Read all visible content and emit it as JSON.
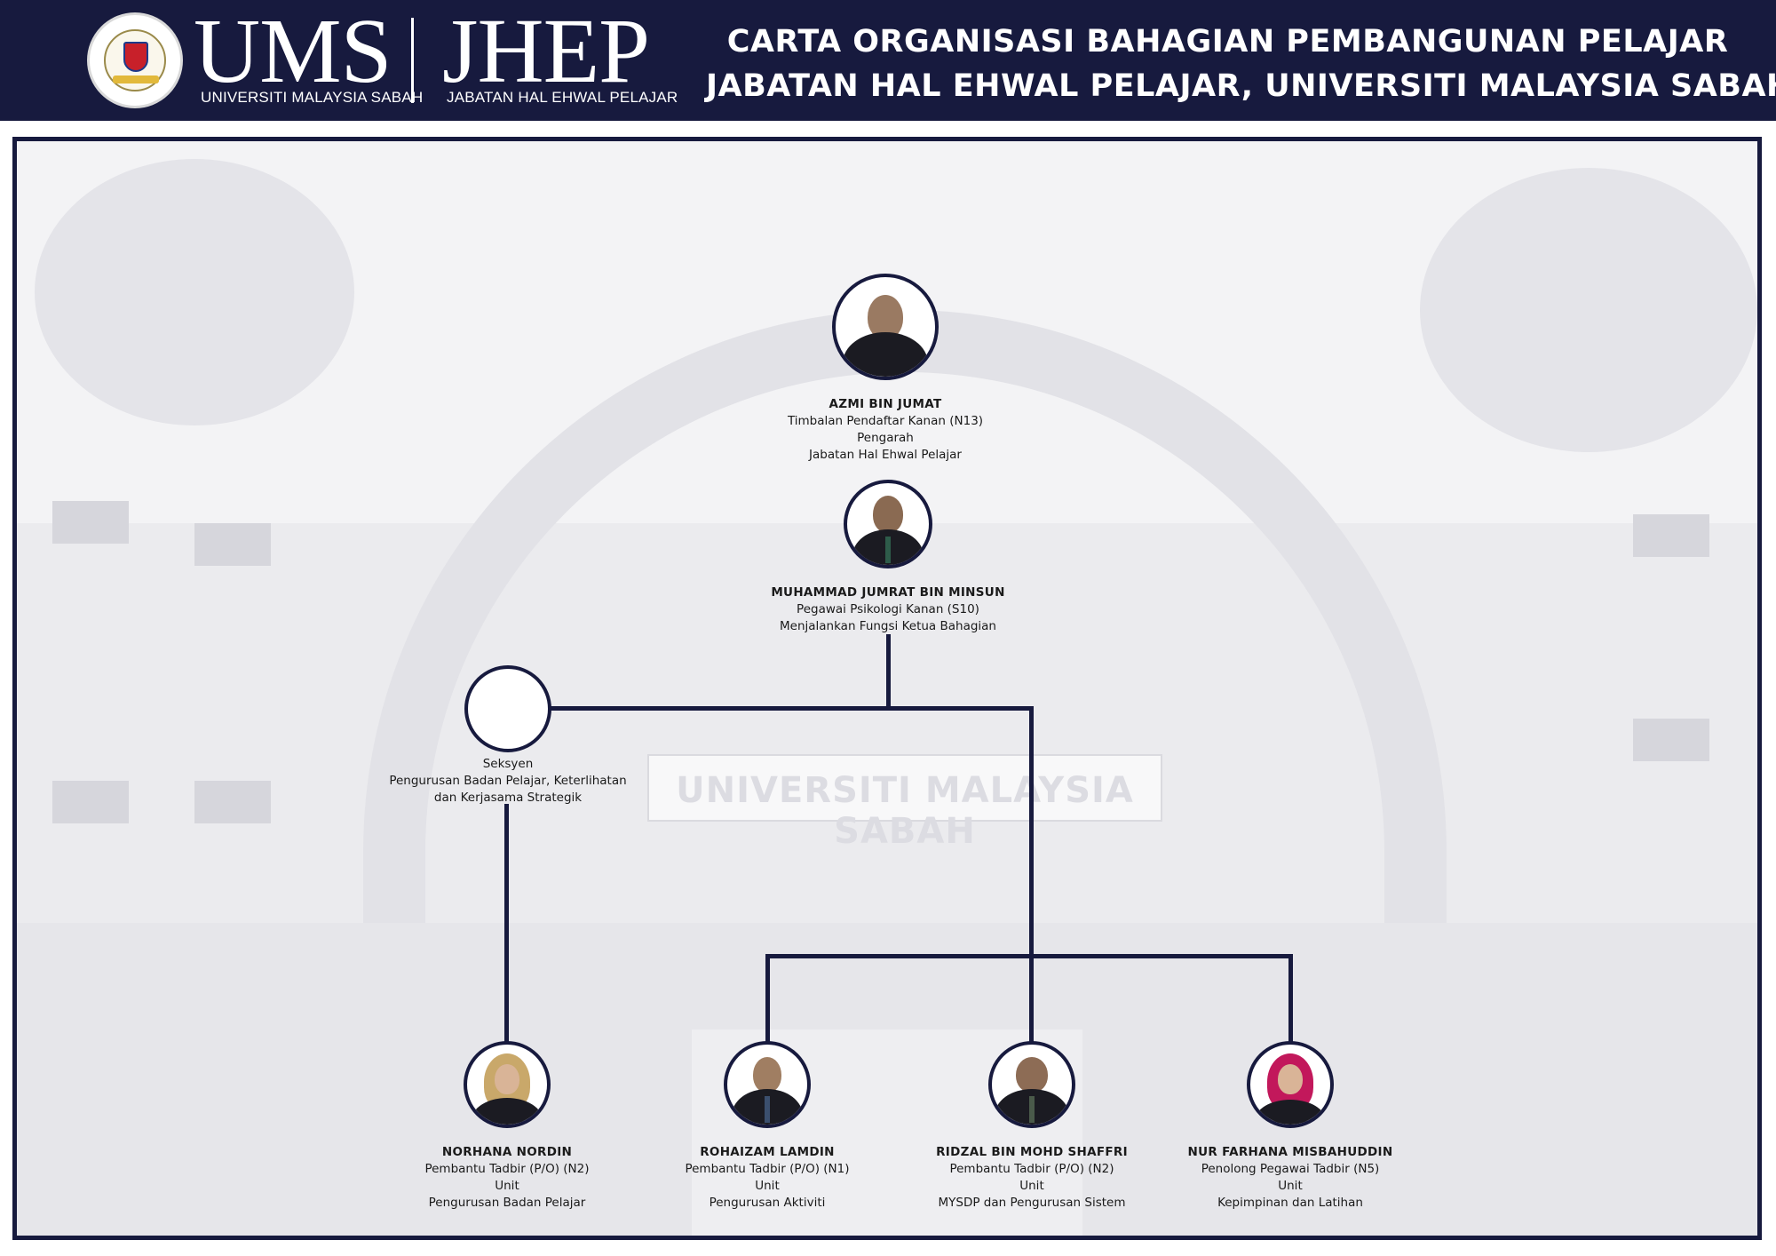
{
  "header": {
    "brand_ums": "UMS",
    "brand_ums_sub": "UNIVERSITI MALAYSIA SABAH",
    "brand_jhep": "JHEP",
    "brand_jhep_sub": "JABATAN HAL EHWAL PELAJAR",
    "title_line1": "CARTA ORGANISASI BAHAGIAN PEMBANGUNAN PELAJAR",
    "title_line2": "JABATAN HAL EHWAL PELAJAR, UNIVERSITI MALAYSIA SABAH"
  },
  "background": {
    "banner_text": "UNIVERSITI MALAYSIA SABAH"
  },
  "colors": {
    "navy": "#171a3e",
    "hijab_beige": "#c9a86a",
    "hijab_red": "#c2185b"
  },
  "org": {
    "director": {
      "name": "AZMI BIN JUMAT",
      "line1": "Timbalan Pendaftar Kanan (N13)",
      "line2": "Pengarah",
      "line3": "Jabatan Hal Ehwal Pelajar"
    },
    "head": {
      "name": "MUHAMMAD JUMRAT BIN MINSUN",
      "line1": "Pegawai Psikologi Kanan (S10)",
      "line2": "Menjalankan Fungsi Ketua Bahagian"
    },
    "section": {
      "line1": "Seksyen",
      "line2": "Pengurusan Badan Pelajar, Keterlihatan",
      "line3": "dan Kerjasama Strategik"
    },
    "staff": [
      {
        "name": "NORHANA NORDIN",
        "line1": "Pembantu Tadbir (P/O) (N2)",
        "line2": "Unit",
        "line3": "Pengurusan Badan Pelajar"
      },
      {
        "name": "ROHAIZAM LAMDIN",
        "line1": "Pembantu Tadbir (P/O) (N1)",
        "line2": "Unit",
        "line3": "Pengurusan Aktiviti"
      },
      {
        "name": "RIDZAL BIN MOHD SHAFFRI",
        "line1": "Pembantu Tadbir (P/O) (N2)",
        "line2": "Unit",
        "line3": "MYSDP dan Pengurusan Sistem"
      },
      {
        "name": "NUR FARHANA MISBAHUDDIN",
        "line1": "Penolong Pegawai Tadbir (N5)",
        "line2": "Unit",
        "line3": "Kepimpinan dan Latihan"
      }
    ]
  }
}
